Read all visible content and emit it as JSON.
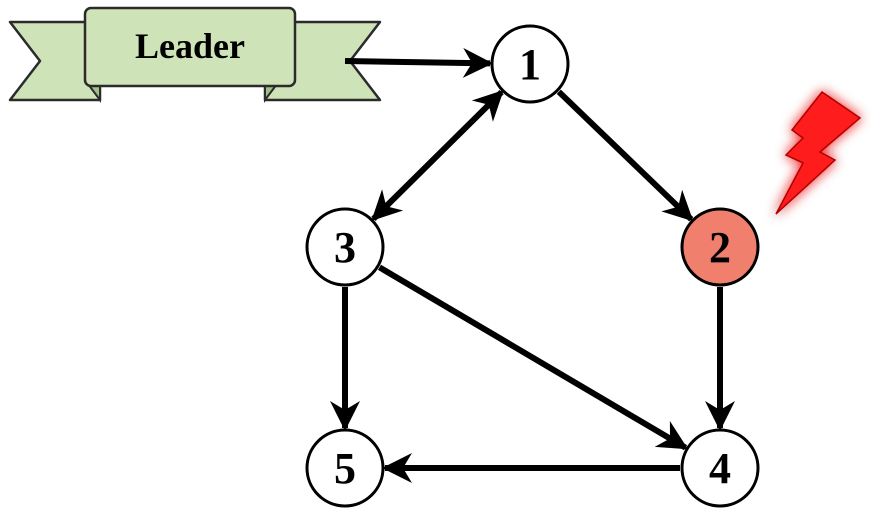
{
  "leader": {
    "label": "Leader",
    "fill": "#cfe3b8"
  },
  "nodes": [
    {
      "id": "1",
      "label": "1",
      "fill": "#ffffff",
      "faulty": false
    },
    {
      "id": "2",
      "label": "2",
      "fill": "#f07f6e",
      "faulty": true
    },
    {
      "id": "3",
      "label": "3",
      "fill": "#ffffff",
      "faulty": false
    },
    {
      "id": "4",
      "label": "4",
      "fill": "#ffffff",
      "faulty": false
    },
    {
      "id": "5",
      "label": "5",
      "fill": "#ffffff",
      "faulty": false
    }
  ],
  "edges": [
    {
      "from": "leader",
      "to": "1",
      "bidirectional": false
    },
    {
      "from": "1",
      "to": "2",
      "bidirectional": false
    },
    {
      "from": "1",
      "to": "3",
      "bidirectional": true
    },
    {
      "from": "3",
      "to": "5",
      "bidirectional": false
    },
    {
      "from": "3",
      "to": "4",
      "bidirectional": false
    },
    {
      "from": "2",
      "to": "4",
      "bidirectional": false
    },
    {
      "from": "4",
      "to": "5",
      "bidirectional": false
    }
  ],
  "fault_marker": {
    "icon": "lightning-bolt-icon",
    "color": "#ff1a1a",
    "target": "2"
  }
}
